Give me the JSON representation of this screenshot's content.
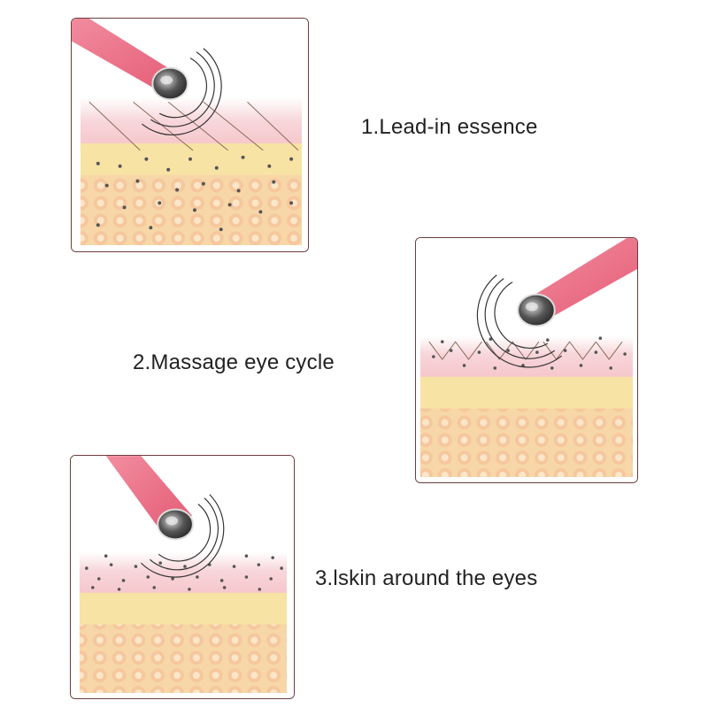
{
  "steps": [
    {
      "label": "1.Lead-in essence"
    },
    {
      "label": "2.Massage eye cycle"
    },
    {
      "label": "3.lskin around the eyes"
    }
  ],
  "colors": {
    "skin_pink": "#f6c4c9",
    "fat_yellow": "#f7e3a4",
    "cell_peach": "#f6c79d",
    "device_pink": "#ee6f86",
    "device_metal": "#3a3a3a",
    "panel_border": "#6b3d3d"
  },
  "icons": [
    "massage-wand-icon",
    "motion-arc-icon",
    "essence-particle-icon",
    "skin-cell-icon"
  ]
}
